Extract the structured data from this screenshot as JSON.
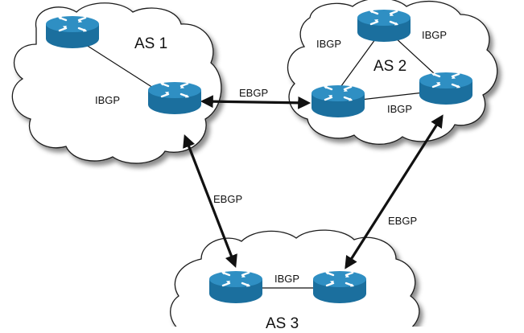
{
  "autonomous_systems": [
    {
      "id": "as1",
      "title": "AS 1"
    },
    {
      "id": "as2",
      "title": "AS 2"
    },
    {
      "id": "as3",
      "title": "AS 3"
    }
  ],
  "links": {
    "as1_ibgp": "IBGP",
    "as2_ibgp_left": "IBGP",
    "as2_ibgp_right": "IBGP",
    "as2_ibgp_bottom": "IBGP",
    "as3_ibgp": "IBGP",
    "ebgp_as1_as2": "EBGP",
    "ebgp_as1_as3": "EBGP",
    "ebgp_as2_as3": "EBGP"
  },
  "colors": {
    "router_fill": "#1b6f9e",
    "router_top": "#2f8fc3",
    "cloud_stroke": "#1a1a1a",
    "link": "#111111"
  },
  "icons": {
    "router": "router-icon",
    "cloud": "cloud-shape"
  }
}
